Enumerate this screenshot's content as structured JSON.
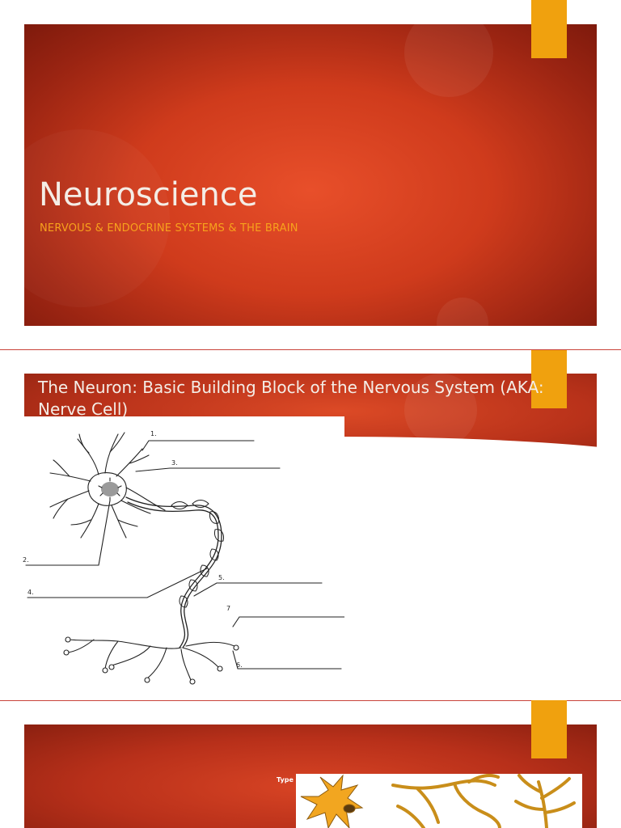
{
  "slides": [
    {
      "title": "Neuroscience",
      "subtitle": "NERVOUS & ENDOCRINE SYSTEMS & THE BRAIN"
    },
    {
      "title": "The Neuron: Basic Building Block of the Nervous System (AKA: Nerve Cell)",
      "diagram_labels": [
        "1.",
        "2.",
        "3.",
        "4.",
        "5.",
        "6.",
        "7"
      ]
    },
    {
      "text_fragment": "Type"
    }
  ],
  "colors": {
    "slide_red": "#cf3b1c",
    "accent_tab": "#f0a10e",
    "subtitle": "#f7a21c",
    "neuron_fill": "#f2a620"
  },
  "icons": [
    "neuron-diagram",
    "neuron-illustration"
  ]
}
